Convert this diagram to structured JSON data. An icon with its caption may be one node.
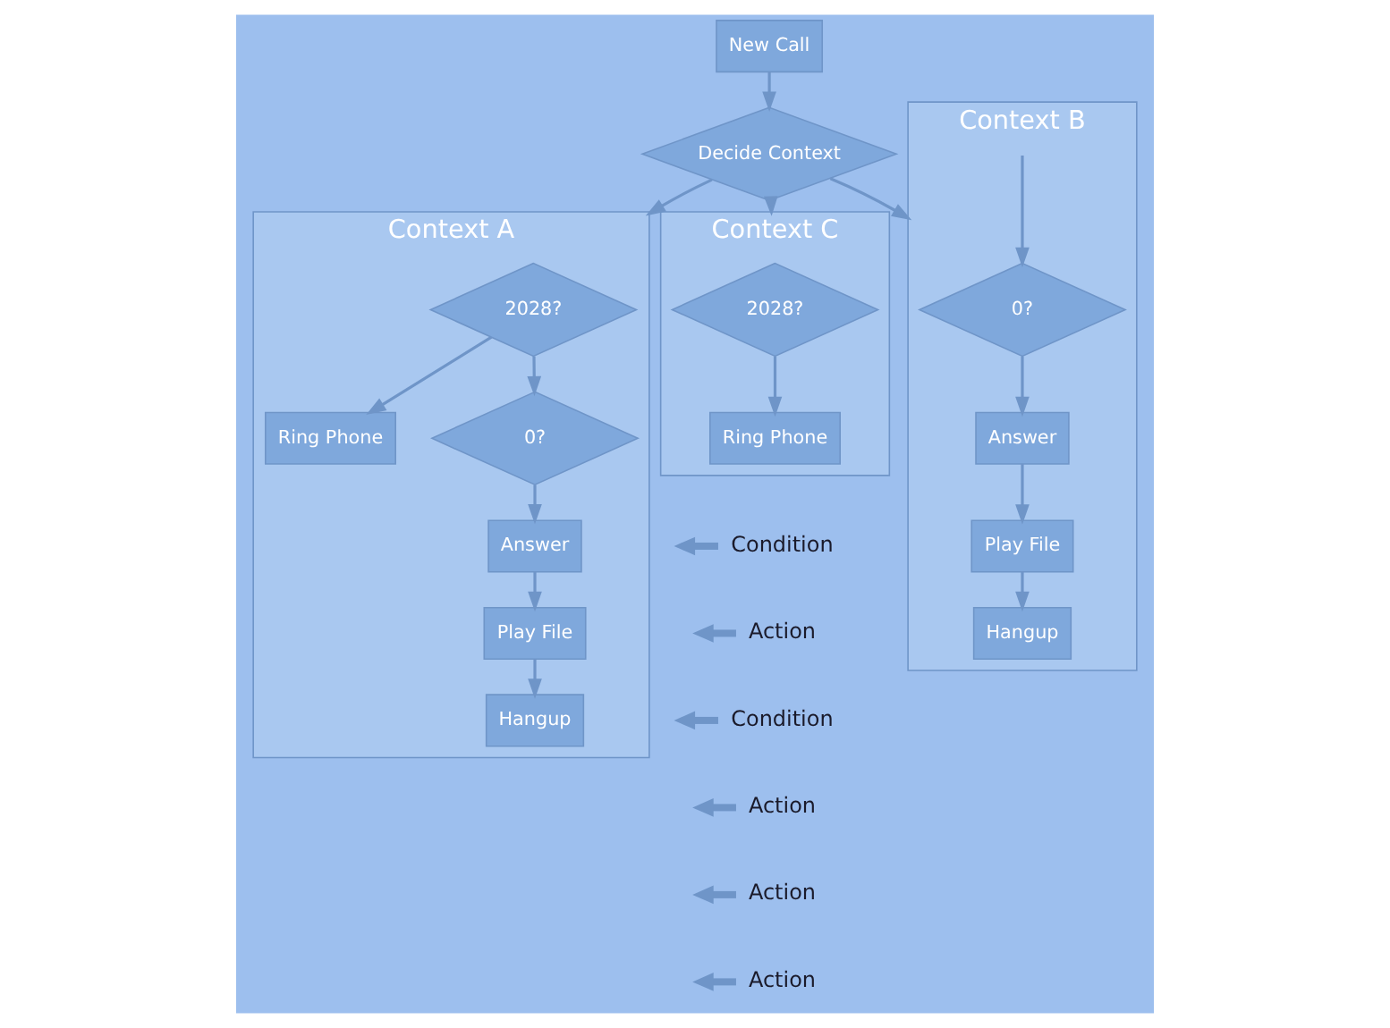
{
  "diagram": {
    "nodes": [
      {
        "text": [
          "New Call"
        ]
      },
      {
        "text": [
          "Decide Context"
        ]
      },
      {
        "text": [
          "Context A"
        ]
      },
      {
        "text": [
          "2028?"
        ],
        "in": 2
      },
      {
        "text": [
          "Ring Phone"
        ],
        "in": 2
      },
      {
        "text": [
          "0?"
        ],
        "in": 2
      },
      {
        "text": [
          "Answer"
        ],
        "in": 2
      },
      {
        "text": [
          "Play File"
        ],
        "in": 2
      },
      {
        "text": [
          "Hangup"
        ],
        "in": 2
      },
      {
        "text": [
          "Context B"
        ]
      },
      {
        "text": [
          "0?"
        ],
        "in": 9
      },
      {
        "text": [
          "Answer"
        ],
        "in": 9
      },
      {
        "text": [
          "Play File"
        ],
        "in": 9
      },
      {
        "text": [
          "Hangup"
        ],
        "in": 9
      },
      {
        "text": [
          "Context C"
        ]
      },
      {
        "text": [
          "2028?"
        ],
        "in": 14
      },
      {
        "text": [
          "Ring Phone"
        ],
        "in": 14
      },
      {
        "text": [
          "Condition"
        ]
      },
      {
        "text": [
          "Action"
        ]
      },
      {
        "text": [
          "Condition"
        ]
      },
      {
        "text": [
          "Action"
        ]
      },
      {
        "text": [
          "Action"
        ]
      },
      {
        "text": [
          "Action"
        ]
      }
    ],
    "edges": [
      {
        "from": 0,
        "to": 1,
        "arrow": "to"
      },
      {
        "from": 1,
        "to": 2,
        "arrow": "to"
      },
      {
        "from": 1,
        "to": 9,
        "arrow": "to"
      },
      {
        "from": 1,
        "to": 14,
        "arrow": "to"
      },
      {
        "from": 3,
        "to": 4,
        "arrow": "to"
      },
      {
        "from": 3,
        "to": 5,
        "arrow": "to"
      },
      {
        "from": 5,
        "to": 6,
        "arrow": "to"
      },
      {
        "from": 6,
        "to": 7,
        "arrow": "to"
      },
      {
        "from": 7,
        "to": 8,
        "arrow": "to"
      },
      {
        "from": null,
        "to": 10,
        "arrow": "to"
      },
      {
        "from": 10,
        "to": 11,
        "arrow": "to"
      },
      {
        "from": 11,
        "to": 12,
        "arrow": "to"
      },
      {
        "from": 12,
        "to": 13,
        "arrow": "to"
      },
      {
        "from": 15,
        "to": 16,
        "arrow": "to"
      },
      {
        "from": 17,
        "to": null,
        "arrow": "to",
        "style": "thick"
      },
      {
        "from": 18,
        "to": null,
        "arrow": "to",
        "style": "thick"
      },
      {
        "from": 19,
        "to": null,
        "arrow": "to",
        "style": "thick"
      },
      {
        "from": 20,
        "to": null,
        "arrow": "to",
        "style": "thick"
      },
      {
        "from": 21,
        "to": null,
        "arrow": "to",
        "style": "thick"
      },
      {
        "from": 22,
        "to": null,
        "arrow": "to",
        "style": "thick"
      }
    ]
  }
}
